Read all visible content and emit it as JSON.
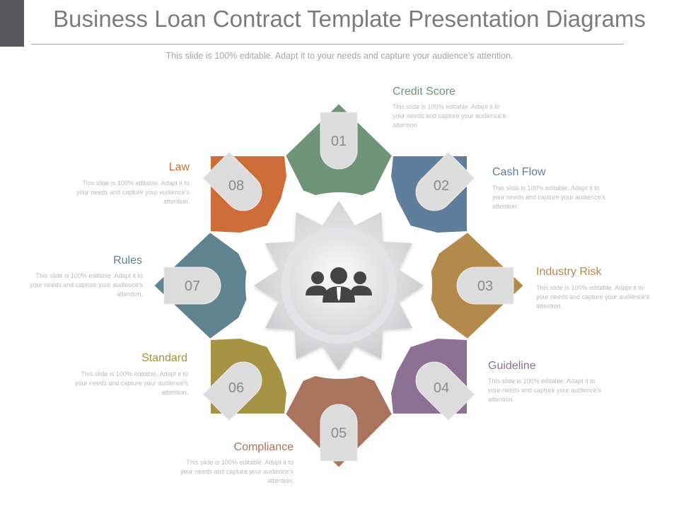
{
  "slide": {
    "title": "Business Loan Contract Template Presentation Diagrams",
    "subtitle": "This slide is 100% editable. Adapt it to your needs and capture your audience's attention."
  },
  "center": {
    "icon": "business-team-icon"
  },
  "steps": [
    {
      "number": "01",
      "label": "Credit Score",
      "desc": "This slide is 100% editable. Adapt it to your needs and capture your audience's attention.",
      "color": "#6f9478",
      "label_color": "#6f9478"
    },
    {
      "number": "02",
      "label": "Cash Flow",
      "desc": "This slide is 100% editable. Adapt it to your needs and capture your audience's attention.",
      "color": "#5f7e9c",
      "label_color": "#5f7e9c"
    },
    {
      "number": "03",
      "label": "Industry Risk",
      "desc": "This slide is 100% editable. Adapt it to your needs and capture your audience's attention.",
      "color": "#b48a4c",
      "label_color": "#b48a4c"
    },
    {
      "number": "04",
      "label": "Guideline",
      "desc": "This slide is 100% editable. Adapt it to your needs and capture your audience's attention.",
      "color": "#8c7195",
      "label_color": "#8c7195"
    },
    {
      "number": "05",
      "label": "Compliance",
      "desc": "This slide is 100% editable. Adapt it to your needs and capture your audience's attention.",
      "color": "#a9745d",
      "label_color": "#a9745d"
    },
    {
      "number": "06",
      "label": "Standard",
      "desc": "This slide is 100% editable. Adapt it to your needs and capture your audience's attention.",
      "color": "#a69344",
      "label_color": "#a69344"
    },
    {
      "number": "07",
      "label": "Rules",
      "desc": "This slide is 100% editable. Adapt it to your needs and capture your audience's attention.",
      "color": "#5f8490",
      "label_color": "#5f8490"
    },
    {
      "number": "08",
      "label": "Law",
      "desc": "This slide is 100% editable. Adapt it to your needs and capture your audience's attention.",
      "color": "#cd6e3a",
      "label_color": "#cd6e3a"
    }
  ]
}
